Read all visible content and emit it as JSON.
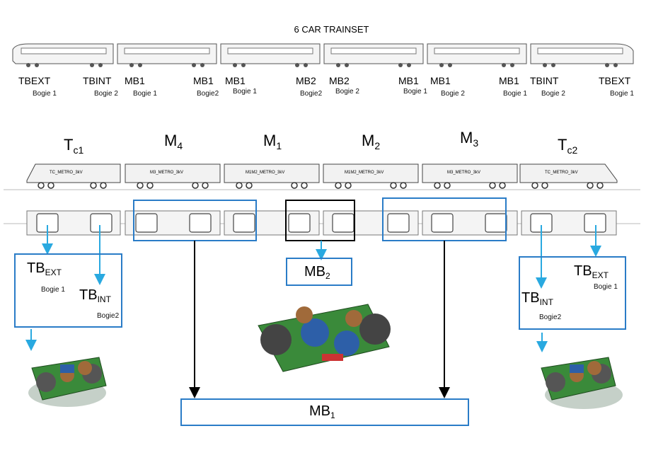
{
  "title": "6 CAR TRAINSET",
  "top_labels": [
    {
      "name": "TBEXT",
      "sub": "Bogie 1"
    },
    {
      "name": "TBINT",
      "sub": "Bogie 2"
    },
    {
      "name": "MB1",
      "sub": "Bogie 1"
    },
    {
      "name": "MB1",
      "sub": "Bogie2"
    },
    {
      "name": "MB1",
      "sub": "Bogie 1"
    },
    {
      "name": "MB2",
      "sub": "Bogie2"
    },
    {
      "name": "MB2",
      "sub": "Bogie 2"
    },
    {
      "name": "MB1",
      "sub": "Bogie 1"
    },
    {
      "name": "MB1",
      "sub": "Bogie 2"
    },
    {
      "name": "MB1",
      "sub": "Bogie 1"
    },
    {
      "name": "TBINT",
      "sub": "Bogie 2"
    },
    {
      "name": "TBEXT",
      "sub": "Bogie 1"
    }
  ],
  "cars": [
    {
      "base": "T",
      "sub": "c1",
      "body": "TC_METRO_3kV"
    },
    {
      "base": "M",
      "sub": "4",
      "body": "M3_METRO_3kV"
    },
    {
      "base": "M",
      "sub": "1",
      "body": "M1M2_METRO_3kV"
    },
    {
      "base": "M",
      "sub": "2",
      "body": "M1M2_METRO_3kV"
    },
    {
      "base": "M",
      "sub": "3",
      "body": "M3_METRO_3kV"
    },
    {
      "base": "T",
      "sub": "c2",
      "body": "TC_METRO_3kV"
    }
  ],
  "groups": {
    "left": {
      "base": "TB",
      "sub1": "EXT",
      "bogie1": "Bogie 1",
      "sub2": "INT",
      "bogie2": "Bogie2"
    },
    "right": {
      "base": "TB",
      "sub1": "EXT",
      "bogie1": "Bogie 1",
      "sub2": "INT",
      "bogie2": "Bogie2"
    },
    "mb2": {
      "base": "MB",
      "sub": "2"
    },
    "mb1": {
      "base": "MB",
      "sub": "1"
    }
  },
  "colors": {
    "accent": "#2a7cc7",
    "arrow_blue": "#29a9e0",
    "train_outline": "#555555",
    "bogie_green": "#3a8a3a",
    "bogie_blue": "#2d5fa8",
    "bogie_brown": "#a06a3a"
  }
}
